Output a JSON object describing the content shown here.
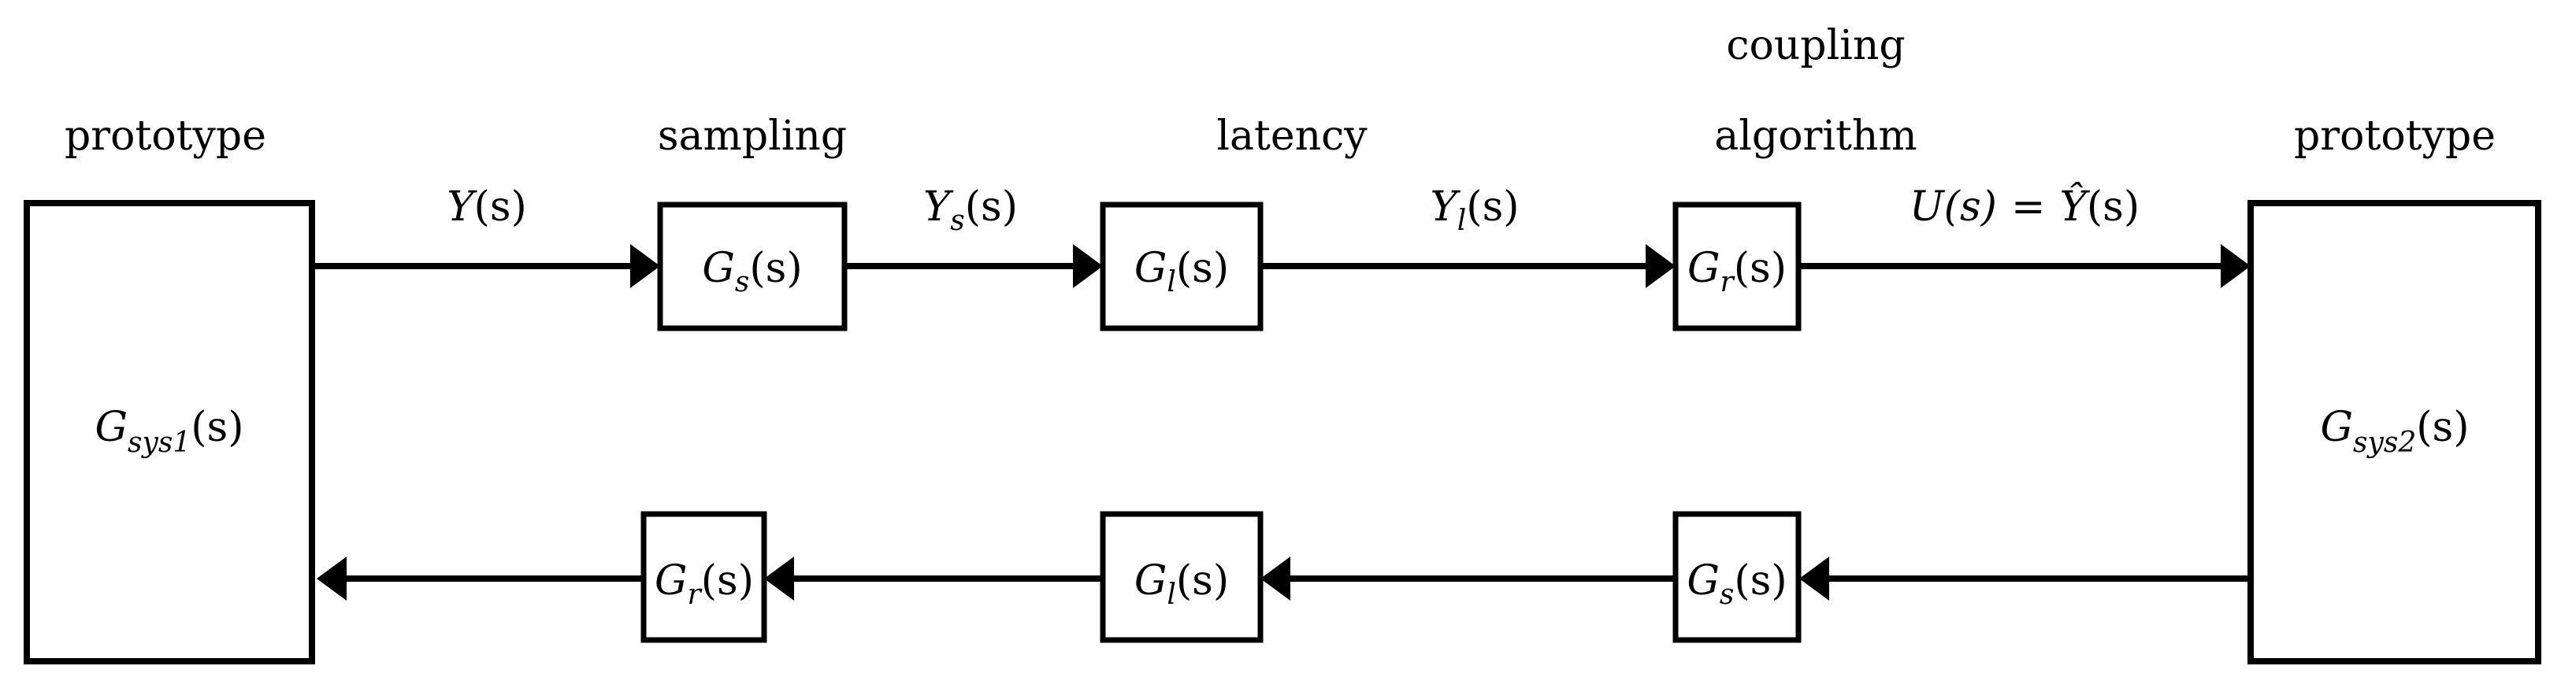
{
  "diagram": {
    "title": "two-prototype coupled simulation block diagram",
    "background_color": "#ffffff",
    "line_color": "#000000",
    "headers": [
      {
        "id": "hdr-left-prototype",
        "label": "prototype"
      },
      {
        "id": "hdr-sampling",
        "label": "sampling"
      },
      {
        "id": "hdr-latency",
        "label": "latency"
      },
      {
        "id": "hdr-coupling",
        "label": "coupling"
      },
      {
        "id": "hdr-algorithm",
        "label": "algorithm"
      },
      {
        "id": "hdr-right-prototype",
        "label": "prototype"
      }
    ],
    "blocks": {
      "left_prototype": {
        "base": "G",
        "sub": "sys1",
        "arg": "(s)"
      },
      "right_prototype": {
        "base": "G",
        "sub": "sys2",
        "arg": "(s)"
      },
      "fwd_sampling": {
        "base": "G",
        "sub": "s",
        "arg": "(s)"
      },
      "fwd_latency": {
        "base": "G",
        "sub": "l",
        "arg": "(s)"
      },
      "fwd_coupling": {
        "base": "G",
        "sub": "r",
        "arg": "(s)"
      },
      "rev_coupling": {
        "base": "G",
        "sub": "r",
        "arg": "(s)"
      },
      "rev_latency": {
        "base": "G",
        "sub": "l",
        "arg": "(s)"
      },
      "rev_sampling": {
        "base": "G",
        "sub": "s",
        "arg": "(s)"
      }
    },
    "signals": {
      "y": {
        "base": "Y",
        "sub": "",
        "arg": "(s)"
      },
      "y_s": {
        "base": "Y",
        "sub": "s",
        "arg": "(s)"
      },
      "y_l": {
        "base": "Y",
        "sub": "l",
        "arg": "(s)"
      },
      "u_eq_yhat": {
        "left": "U(s)",
        "eq": "=",
        "right_base": "Ŷ",
        "right_arg": "(s)"
      }
    }
  }
}
